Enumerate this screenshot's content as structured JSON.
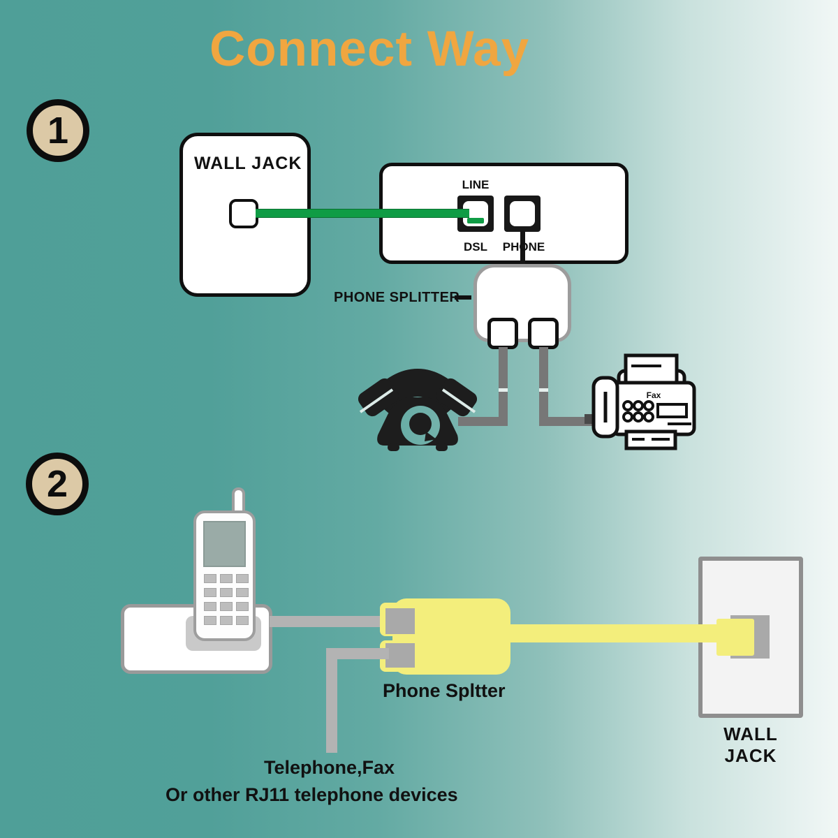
{
  "title": "Connect Way",
  "colors": {
    "background_left": "#4f9f98",
    "background_right": "#f1f7f6",
    "title_orange": "#f0a640",
    "badge_fill": "#dcc9a6",
    "green_cable": "#0f9c45",
    "gray_cable_dark": "#777777",
    "gray_cable_light": "#b3b3b3",
    "yellow_splitter": "#f3ee7c",
    "device_white": "#ffffff",
    "icon_black": "#1d1d1d"
  },
  "step1": {
    "badge": "1",
    "wall_jack_label": "WALL JACK",
    "line_label": "LINE",
    "dsl_label": "DSL",
    "phone_label": "PHONE",
    "splitter_label": "PHONE SPLITTER",
    "fax_label": "Fax"
  },
  "step2": {
    "badge": "2",
    "splitter_label": "Phone Spltter",
    "wall_jack_label": "WALL JACK",
    "devices_line1": "Telephone,Fax",
    "devices_line2": "Or other RJ11 telephone devices"
  }
}
